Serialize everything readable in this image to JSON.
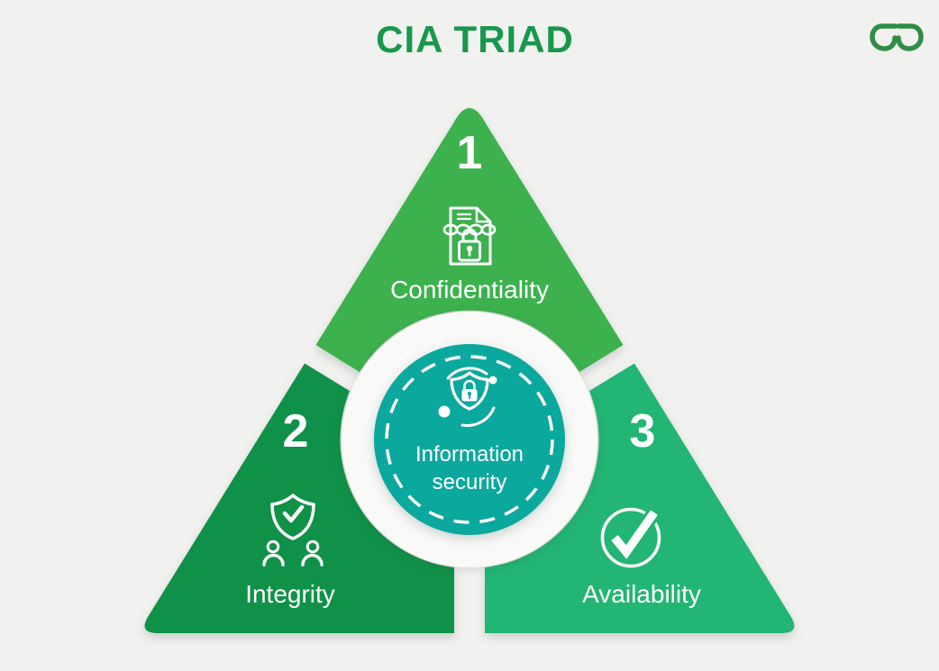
{
  "title": "CIA TRIAD",
  "logo": {
    "name": "geeksforgeeks-logo",
    "color": "#2f8d46"
  },
  "colors": {
    "background": "#f1f1ef",
    "title_text": "#17984d",
    "top_section": "#3cb14e",
    "left_section": "#0f9148",
    "right_section": "#22b573",
    "center_circle": "#0ba89d",
    "inner_disc": "#f9f9f7",
    "text": "#ffffff"
  },
  "sections": [
    {
      "number": "1",
      "label": "Confidentiality",
      "icon": "document-chain-lock-icon",
      "position": "top"
    },
    {
      "number": "2",
      "label": "Integrity",
      "icon": "shield-check-people-icon",
      "position": "bottom-left"
    },
    {
      "number": "3",
      "label": "Availability",
      "icon": "circle-check-icon",
      "position": "bottom-right"
    }
  ],
  "center": {
    "label_line1": "Information",
    "label_line2": "security",
    "icon": "shield-lock-orbit-icon"
  }
}
